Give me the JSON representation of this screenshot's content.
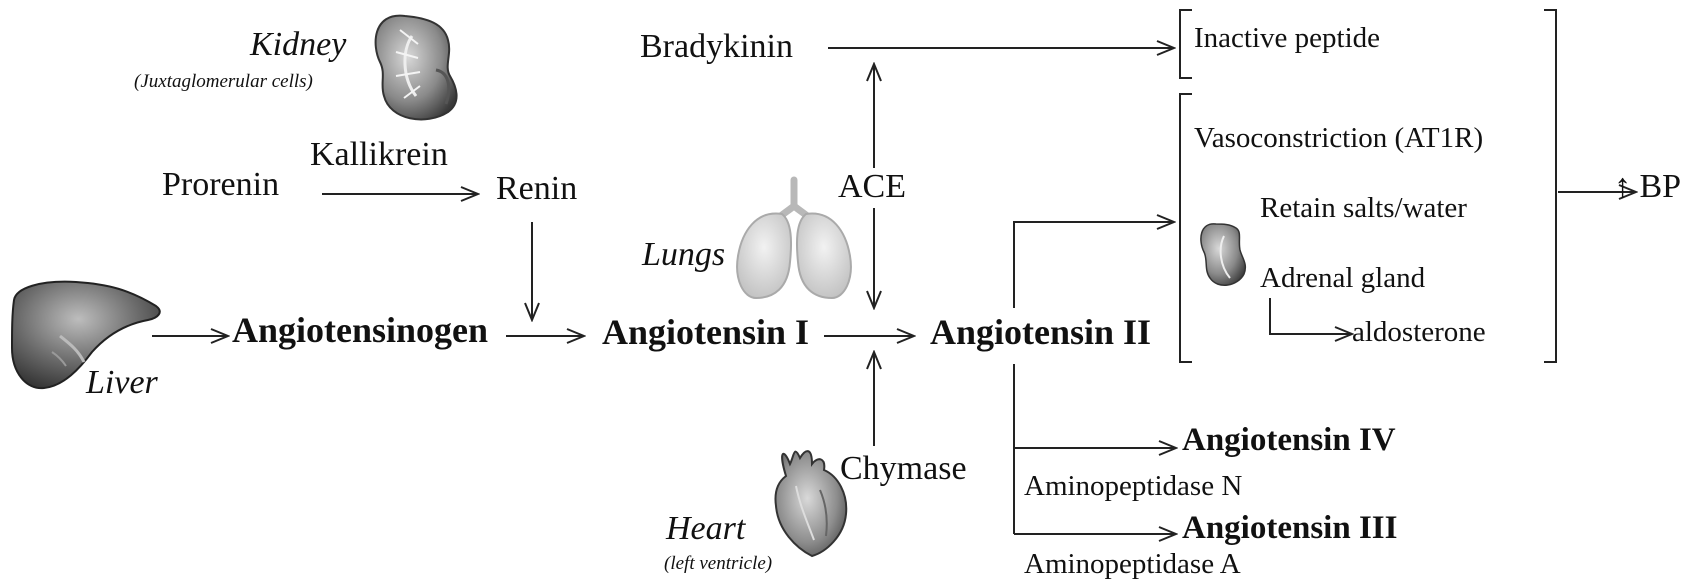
{
  "organs": {
    "kidney": {
      "label": "Kidney",
      "sub": "(Juxtaglomerular cells)"
    },
    "liver": {
      "label": "Liver"
    },
    "lungs": {
      "label": "Lungs"
    },
    "heart": {
      "label": "Heart",
      "sub": "(left ventricle)"
    }
  },
  "molecules": {
    "prorenin": "Prorenin",
    "renin": "Renin",
    "angiotensinogen": "Angiotensinogen",
    "angiotensin1": "Angiotensin I",
    "angiotensin2": "Angiotensin II",
    "angiotensin4": "Angiotensin IV",
    "angiotensin3": "Angiotensin III",
    "bradykinin": "Bradykinin",
    "inactive_peptide": "Inactive peptide",
    "aldosterone": "aldosterone"
  },
  "enzymes": {
    "kallikrein": "Kallikrein",
    "ace": "ACE",
    "chymase": "Chymase",
    "aminopeptidase_n": "Aminopeptidase N",
    "aminopeptidase_a": "Aminopeptidase A"
  },
  "effects": {
    "vasoconstriction": "Vasoconstriction (AT1R)",
    "retain": "Retain salts/water",
    "adrenal": "Adrenal gland",
    "bp": "↑ BP"
  }
}
